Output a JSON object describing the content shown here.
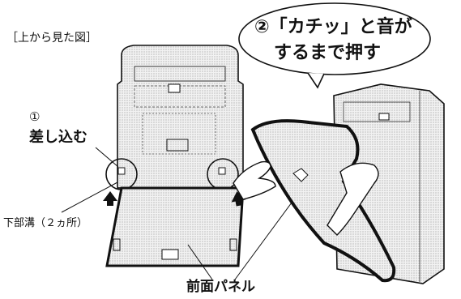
{
  "labels": {
    "view_label": "［上から見た図］",
    "step1_number": "①",
    "step1_text": "差し込む",
    "step2_line1": "②「カチッ」と音が",
    "step2_line2": "するまで押す",
    "groove_label": "下部溝（２ヵ所）",
    "panel_label": "前面パネル"
  },
  "icons": [
    "arrow-up-icon",
    "hand-icon",
    "unit-icon",
    "panel-icon"
  ],
  "colors": {
    "line": "#111111",
    "fill": "#e6e6e6",
    "panel_frame": "#111111",
    "background": "#ffffff"
  }
}
